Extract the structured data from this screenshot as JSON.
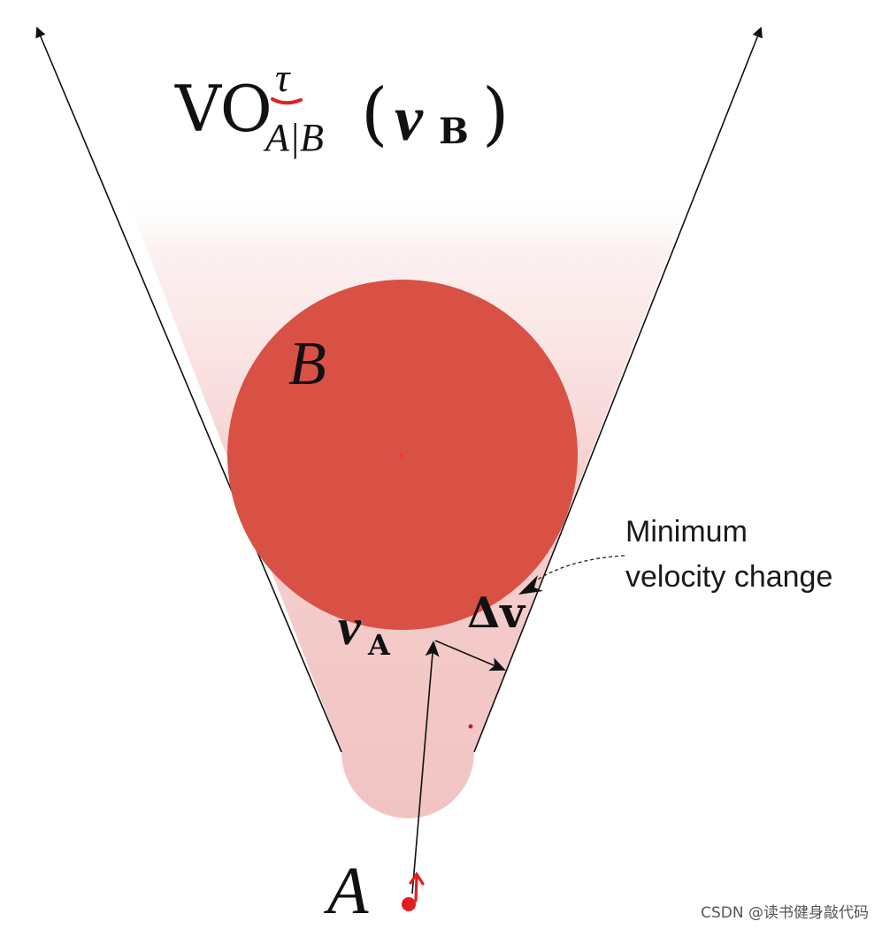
{
  "title": {
    "base": "VO",
    "superscript": "τ",
    "subscript": "A|B",
    "args_open": "(",
    "arg": "v",
    "arg_sub": "B",
    "args_close": ")"
  },
  "labels": {
    "B": "B",
    "A": "A",
    "vA": "v",
    "vA_sub": "A",
    "delta_v": "Δv",
    "annotation_line1": "Minimum",
    "annotation_line2": "velocity change"
  },
  "watermark": "CSDN @读书健身敲代码",
  "colors": {
    "disk_B": "#d95045",
    "cone_light": "#f1c4c2",
    "point_A": "#e02020",
    "ink": "#111111"
  }
}
